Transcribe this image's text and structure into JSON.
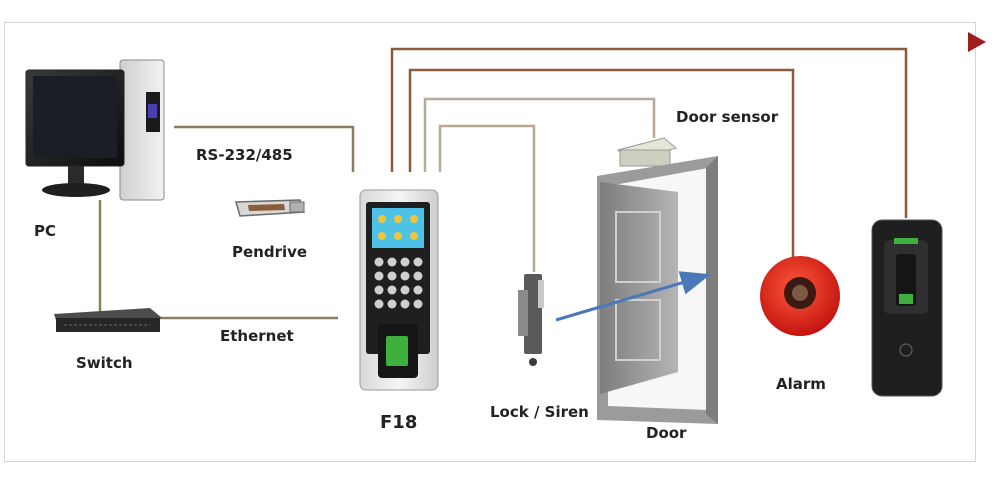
{
  "labels": {
    "pc": "PC",
    "rs232": "RS-232/485",
    "pendrive": "Pendrive",
    "switch": "Switch",
    "ethernet": "Ethernet",
    "f18": "F18",
    "lock": "Lock / Siren",
    "door_sensor": "Door sensor",
    "door": "Door",
    "alarm": "Alarm"
  },
  "colors": {
    "panel_border": "#d6d6d6",
    "wire": "#8b7560",
    "signal_arrow": "#4a78b8",
    "alarm_red": "#e0261c",
    "corner_arrow": "#a01d1d"
  }
}
